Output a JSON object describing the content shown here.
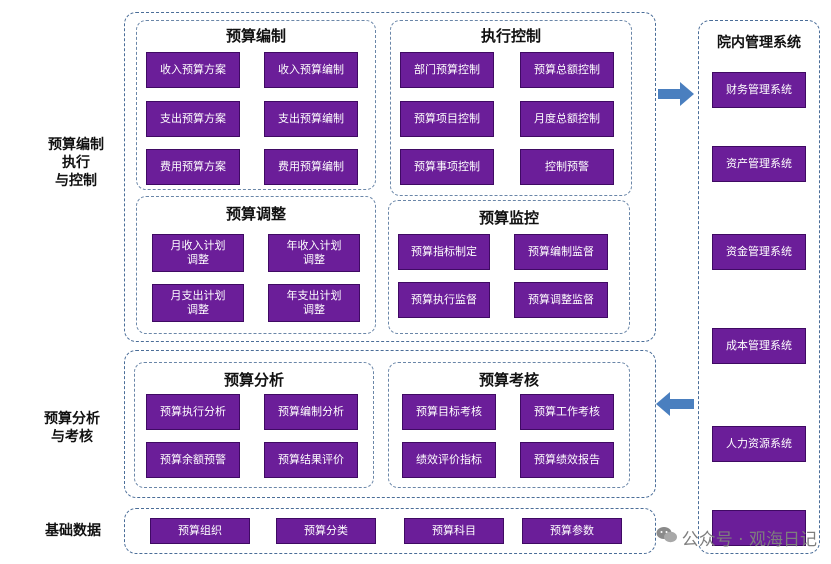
{
  "side_labels": {
    "budget_control": "预算编制\n执行\n与控制",
    "analysis": "预算分析\n与考核",
    "basic": "基础数据"
  },
  "sections": {
    "compile": {
      "title": "预算编制",
      "items": [
        "收入预算方案",
        "收入预算编制",
        "支出预算方案",
        "支出预算编制",
        "费用预算方案",
        "费用预算编制"
      ]
    },
    "execute": {
      "title": "执行控制",
      "items": [
        "部门预算控制",
        "预算总额控制",
        "预算项目控制",
        "月度总额控制",
        "预算事项控制",
        "控制预警"
      ]
    },
    "adjust": {
      "title": "预算调整",
      "items": [
        "月收入计划\n调整",
        "年收入计划\n调整",
        "月支出计划\n调整",
        "年支出计划\n调整"
      ]
    },
    "monitor": {
      "title": "预算监控",
      "items": [
        "预算指标制定",
        "预算编制监督",
        "预算执行监督",
        "预算调整监督"
      ]
    },
    "analyze": {
      "title": "预算分析",
      "items": [
        "预算执行分析",
        "预算编制分析",
        "预算余额预警",
        "预算结果评价"
      ]
    },
    "assess": {
      "title": "预算考核",
      "items": [
        "预算目标考核",
        "预算工作考核",
        "绩效评价指标",
        "预算绩效报告"
      ]
    }
  },
  "basic_items": [
    "预算组织",
    "预算分类",
    "预算科目",
    "预算参数"
  ],
  "internal": {
    "title": "院内管理系统",
    "items": [
      "财务管理系统",
      "资产管理系统",
      "资金管理系统",
      "成本管理系统",
      "人力资源系统",
      ""
    ]
  },
  "watermark": {
    "text": "公众号 · 观海日记",
    "icon": "wechat-icon"
  },
  "colors": {
    "box_fill": "#6b1e99",
    "arrow": "#4a7fbf",
    "border": "#4a6d98"
  }
}
